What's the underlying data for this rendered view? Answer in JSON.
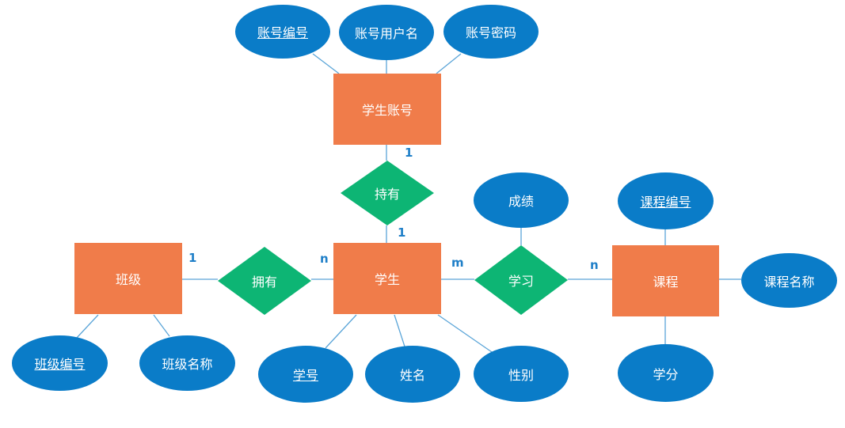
{
  "colors": {
    "entity": "#F07C4A",
    "attribute": "#0A7CC8",
    "relationship": "#0DB574",
    "line": "#5BA5D8",
    "cardinality": "#1F7FC8"
  },
  "entities": {
    "student_account": "学生账号",
    "student": "学生",
    "class": "班级",
    "course": "课程"
  },
  "relationships": {
    "hold": "持有",
    "own": "拥有",
    "study": "学习"
  },
  "attributes": {
    "account_no": "账号编号",
    "account_username": "账号用户名",
    "account_password": "账号密码",
    "grade": "成绩",
    "course_no": "课程编号",
    "course_name": "课程名称",
    "credit": "学分",
    "class_no": "班级编号",
    "class_name": "班级名称",
    "student_no": "学号",
    "student_name": "姓名",
    "gender": "性别"
  },
  "cardinalities": {
    "account_hold": "1",
    "hold_student": "1",
    "class_own": "1",
    "own_student": "n",
    "student_study": "m",
    "study_course": "n"
  }
}
